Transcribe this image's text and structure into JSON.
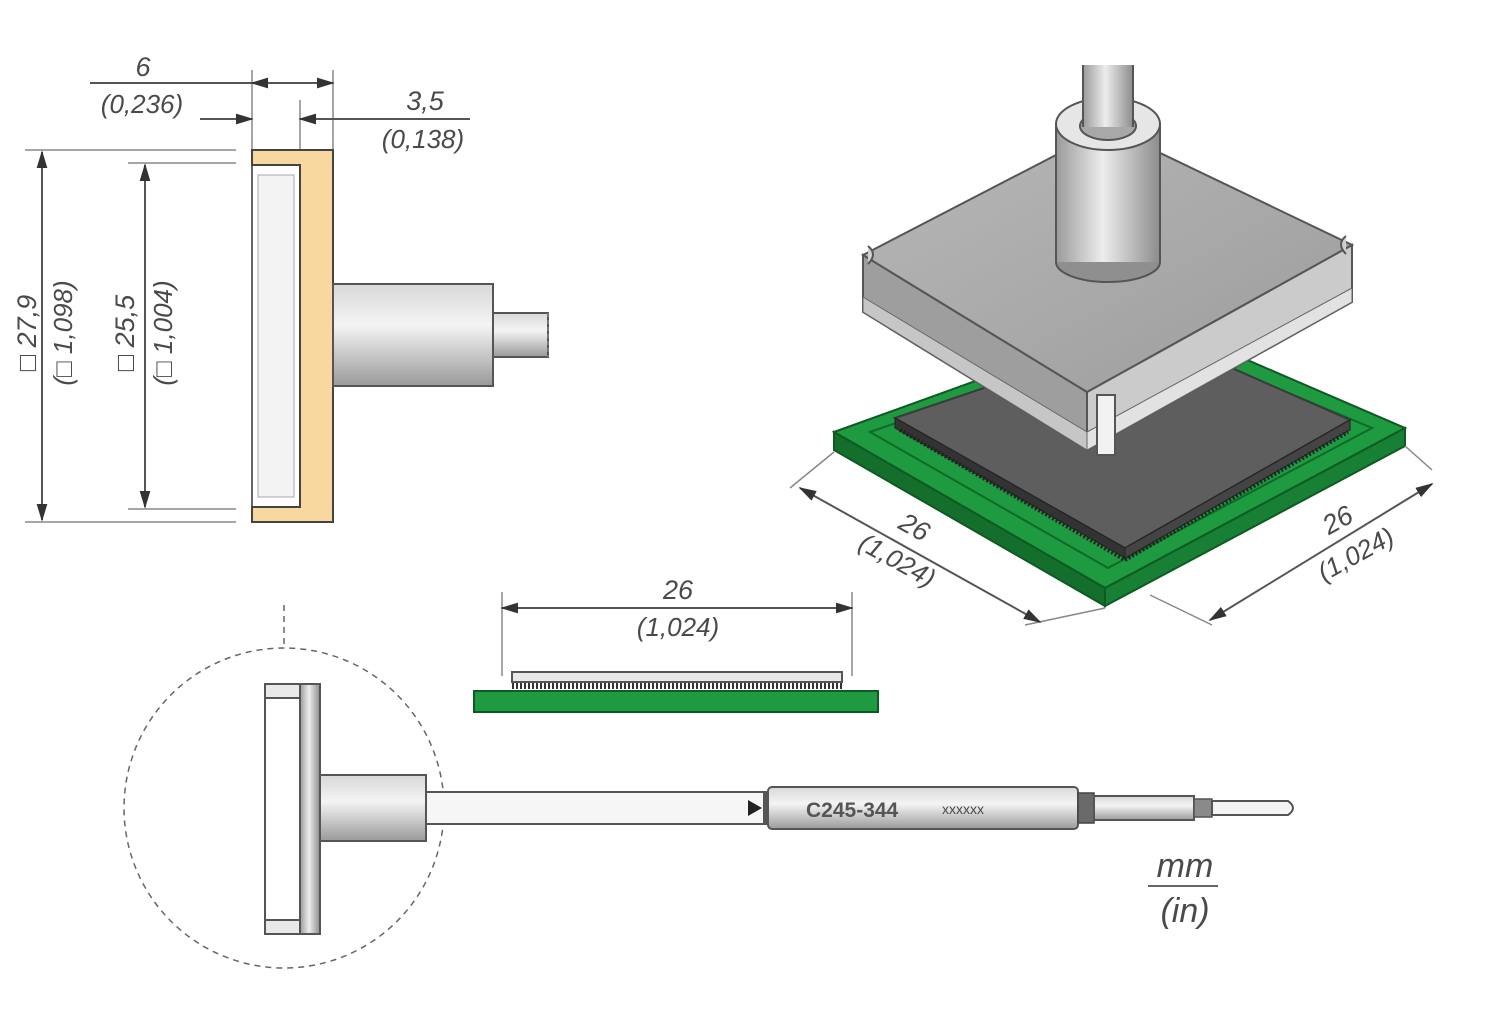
{
  "top_width": {
    "mm": "6",
    "inch": "(0,236)"
  },
  "wall": {
    "mm": "3,5",
    "inch": "(0,138)"
  },
  "outer_square": {
    "mm": "□ 27,9",
    "inch": "(□ 1,098)"
  },
  "inner_square": {
    "mm": "□ 25,5",
    "inch": "(□ 1,004)"
  },
  "chip_width": {
    "mm": "26",
    "inch": "(1,024)"
  },
  "iso_left": {
    "mm": "26",
    "inch": "(1,024)"
  },
  "iso_right": {
    "mm": "26",
    "inch": "(1,024)"
  },
  "part_number": "C245-344",
  "serial_placeholder": "xxxxxx",
  "units": {
    "primary": "mm",
    "secondary": "(in)"
  },
  "colors": {
    "tip_copper": "#f9d89f",
    "pcb_green": "#1d8a3a",
    "metal_gray": "#a9a9a9",
    "chip_dark": "#5a5a5a"
  }
}
